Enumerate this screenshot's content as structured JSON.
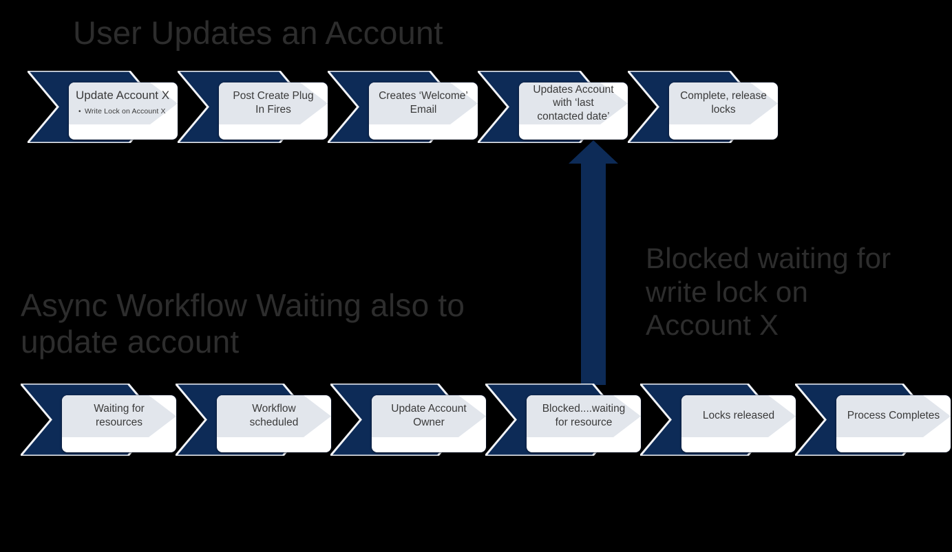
{
  "meta": {
    "background_color": "#000000",
    "accent_navy": "#0d2b57",
    "chevron_fill_light": "#e2e6ec",
    "card_fill": "#ffffff",
    "heading_color": "#2d2d2d",
    "body_text_color": "#3a3a3a"
  },
  "headings": {
    "top_title": "User Updates an Account",
    "bottom_title": "Async Workflow Waiting also to update account",
    "blocked_note": "Blocked waiting for write lock on Account X"
  },
  "arrow": {
    "name": "upward-block-arrow",
    "direction": "up",
    "color": "#0d2b57",
    "meaning": "Blocked waiting for write lock on Account X"
  },
  "top_process": {
    "name": "user-updates-an-account-process",
    "steps": [
      {
        "title": "Update Account X",
        "bullets": [
          "Write  Lock on Account  X"
        ]
      },
      {
        "title": "Post Create Plug In Fires",
        "bullets": []
      },
      {
        "title": "Creates ‘Welcome’ Email",
        "bullets": []
      },
      {
        "title": "Updates Account with ‘last contacted date’",
        "bullets": []
      },
      {
        "title": "Complete, release locks",
        "bullets": []
      }
    ]
  },
  "bottom_process": {
    "name": "async-workflow-process",
    "steps": [
      {
        "title": "Waiting for resources",
        "bullets": []
      },
      {
        "title": "Workflow scheduled",
        "bullets": []
      },
      {
        "title": "Update Account Owner",
        "bullets": []
      },
      {
        "title": "Blocked....waiting for resource",
        "bullets": []
      },
      {
        "title": "Locks released",
        "bullets": []
      },
      {
        "title": "Process Completes",
        "bullets": []
      }
    ]
  }
}
